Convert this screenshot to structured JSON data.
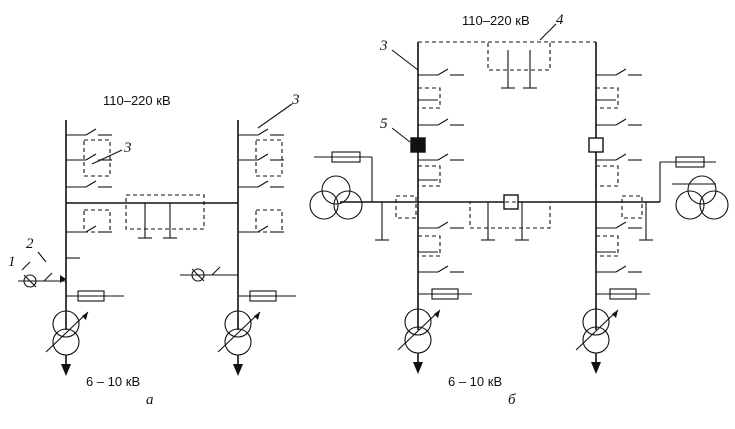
{
  "labels": {
    "hv_left": "110–220 кВ",
    "hv_right": "110–220 кВ",
    "lv_left": "6 – 10 кВ",
    "lv_right": "6 – 10 кВ",
    "caption_a": "а",
    "caption_b": "б",
    "n1": "1",
    "n2": "2",
    "n3_a1": "3",
    "n3_a2": "3",
    "n3_b": "3",
    "n4": "4",
    "n5": "5"
  }
}
